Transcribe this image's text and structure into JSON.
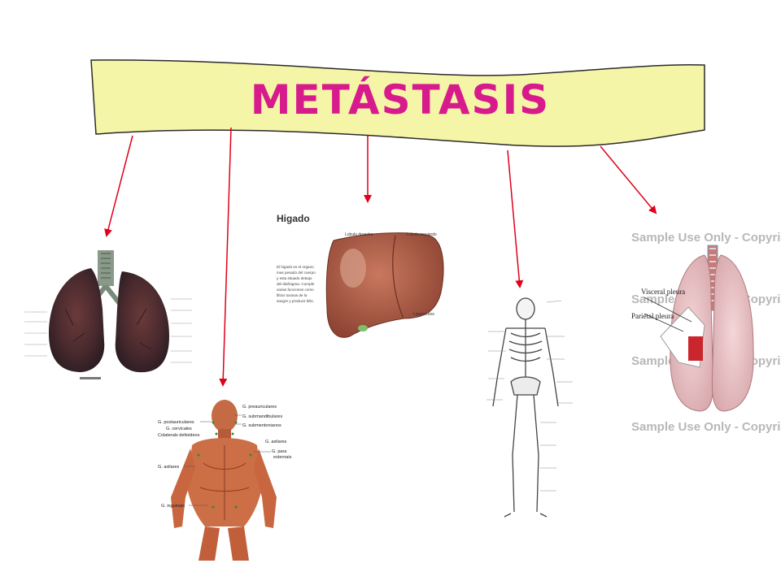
{
  "title": "METÁSTASIS",
  "liver": {
    "heading": "Higado",
    "label_left": "Lobulo derecho",
    "label_right": "Lobulo izquierdo",
    "label_bottom": "Ligamentos",
    "description": [
      "El higado es el organo",
      "mas pesado del cuerpo",
      "y esta situado debajo",
      "del diafragma. Cumple",
      "varias funciones como",
      "filtrar toxinas de la",
      "sangre y producir bilis."
    ]
  },
  "lymph": {
    "labels": [
      "G. preauriculares",
      "G. submandibulares",
      "G. postauriculares",
      "G. cervicales",
      "G. submentonianos",
      "Colaterals deltoideos",
      "G. axilares",
      "G. para",
      "esternais",
      "G. axilares",
      "G. inguinais"
    ]
  },
  "pleura": {
    "visceral_label": "Visceral pleura",
    "parietal_label": "Parietal pleura",
    "watermark": "Sample Use Only - Copyrighted"
  },
  "colors": {
    "banner_fill": "#F5F5A8",
    "title_color": "#D81B8C",
    "arrow_color": "#E0001A"
  }
}
